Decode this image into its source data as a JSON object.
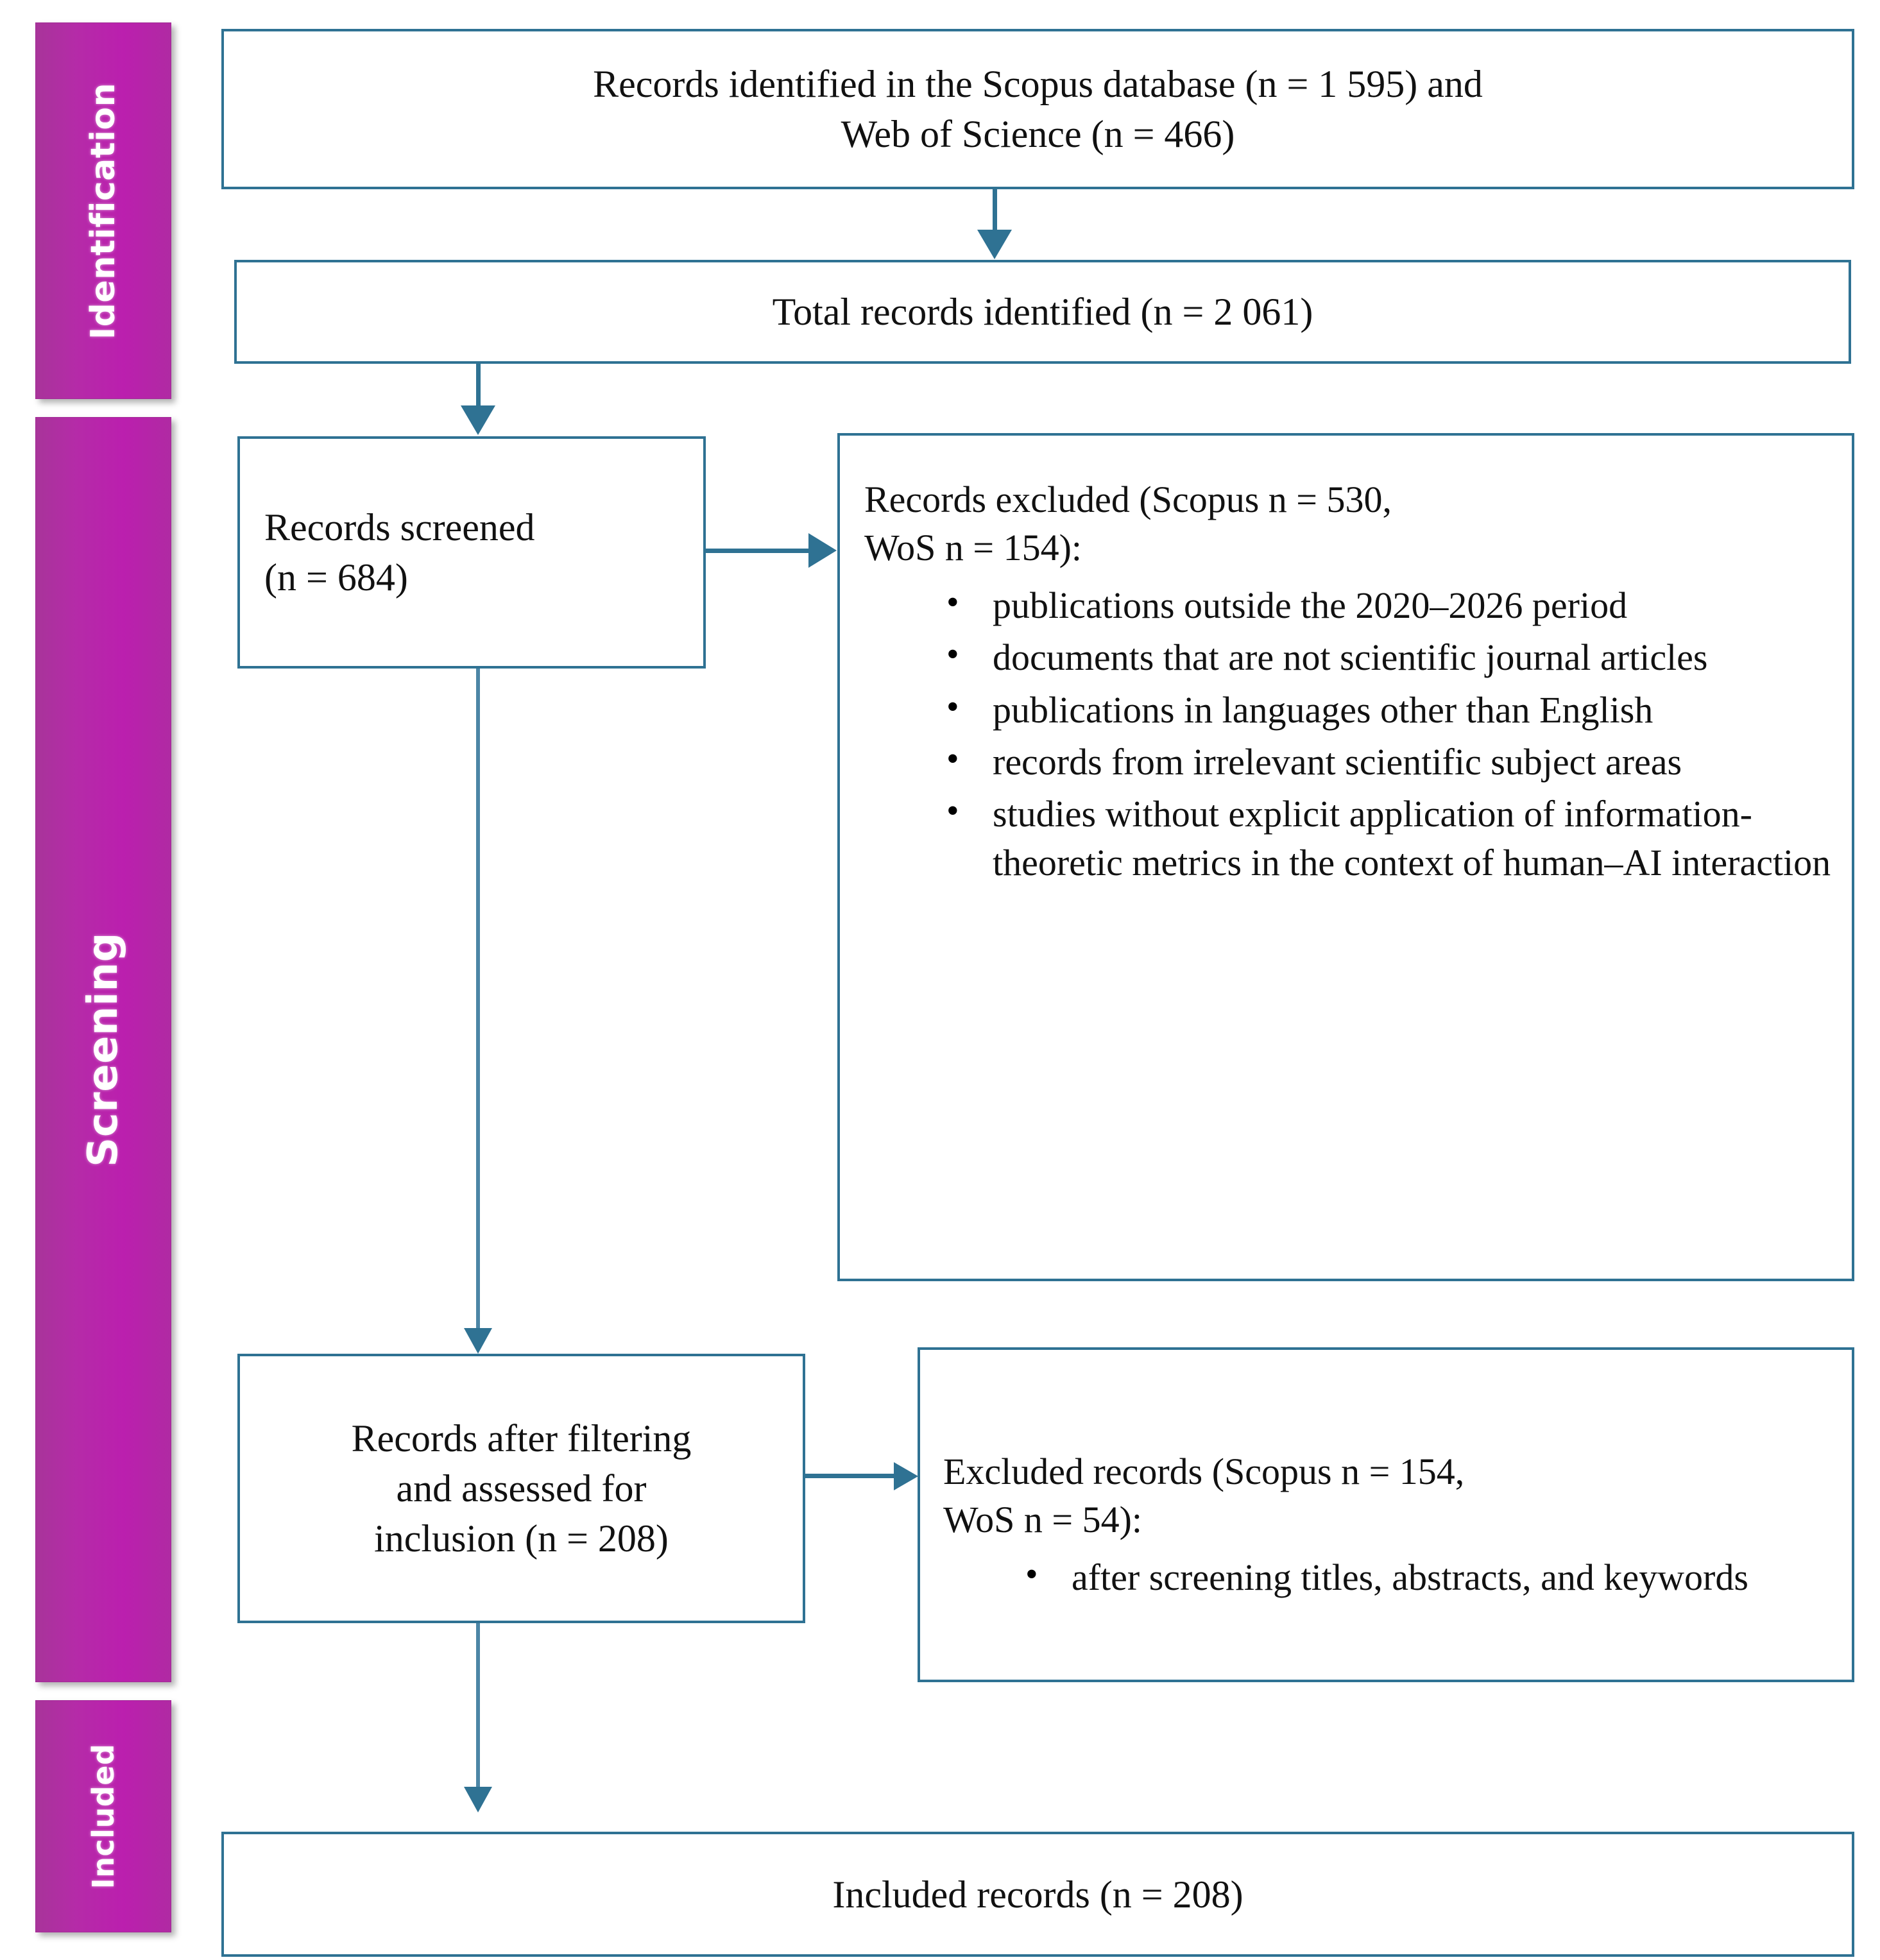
{
  "diagram": {
    "type": "prisma-flow-diagram",
    "accent_border_color": "#2f7293",
    "stage_bar_color": "#b52ba8",
    "stage_label_color": "#ffffff"
  },
  "stages": [
    {
      "id": "identification",
      "label": "Identification"
    },
    {
      "id": "screening",
      "label": "Screening"
    },
    {
      "id": "included",
      "label": "Included"
    }
  ],
  "boxes": {
    "identified_sources": {
      "line1": "Records identified in the Scopus database (n = 1 595) and",
      "line2": "Web of Science (n = 466)"
    },
    "total_identified": {
      "line1": "Total records identified (n = 2 061)"
    },
    "records_screened": {
      "line1": "Records screened",
      "line2": "(n = 684)"
    },
    "records_excluded": {
      "line1": "Records excluded (Scopus n = 530,",
      "line2": "WoS n = 154):",
      "bullets": [
        "publications outside the 2020–2026 period",
        "documents that are not scientific journal articles",
        "publications in languages other than English",
        "records from irrelevant scientific subject areas",
        "studies without explicit application of information-theoretic metrics in the context of human–AI interaction"
      ]
    },
    "records_after_filtering": {
      "line1": "Records after filtering",
      "line2": "and assessed for",
      "line3": "inclusion (n = 208)"
    },
    "excluded_records": {
      "line1": "Excluded records (Scopus n = 154,",
      "line2": "WoS n = 54):",
      "bullets": [
        "after screening titles, abstracts, and keywords"
      ]
    },
    "included_records": {
      "line1": "Included records (n = 208)"
    }
  },
  "connectors": [
    {
      "id": "identified-to-total",
      "kind": "arrow-down"
    },
    {
      "id": "total-to-screened",
      "kind": "arrow-down"
    },
    {
      "id": "screened-to-excluded",
      "kind": "arrow-right"
    },
    {
      "id": "screened-to-filtering",
      "kind": "arrow-down"
    },
    {
      "id": "filtering-to-excluded",
      "kind": "arrow-right"
    },
    {
      "id": "filtering-to-included",
      "kind": "arrow-down"
    }
  ]
}
